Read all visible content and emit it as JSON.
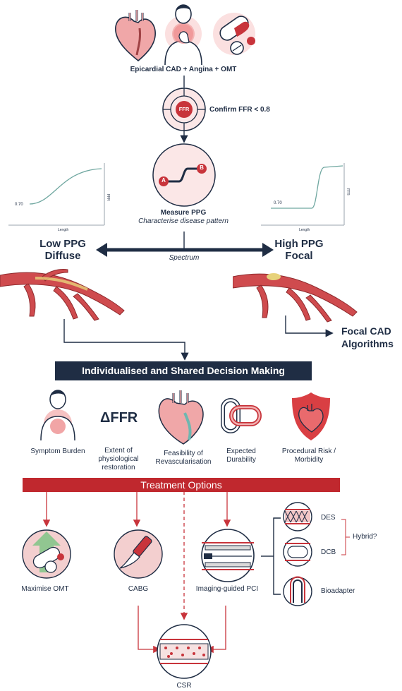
{
  "top": {
    "caption": "Epicardial CAD + Angina + OMT",
    "confirm": "Confirm FFR < 0.8",
    "ffr_badge": "FFR",
    "ppg_a": "A",
    "ppg_b": "B",
    "measure_title": "Measure PPG",
    "measure_sub": "Characterise disease pattern"
  },
  "left_chart": {
    "y_tick": "0.70",
    "x_label": "Length",
    "y_label": "FFR"
  },
  "right_chart": {
    "y_tick": "0.70",
    "x_label": "Length",
    "y_label": "FFR"
  },
  "spectrum": {
    "left_line1": "Low PPG",
    "left_line2": "Diffuse",
    "right_line1": "High PPG",
    "right_line2": "Focal",
    "middle": "Spectrum"
  },
  "focal": {
    "line1": "Focal CAD",
    "line2": "Algorithms"
  },
  "decision_banner": "Individualised and Shared Decision Making",
  "factors": {
    "delta_ffr": "ΔFFR",
    "symptom": "Symptom Burden",
    "extent_1": "Extent of",
    "extent_2": "physiological",
    "extent_3": "restoration",
    "feas_1": "Feasibility of",
    "feas_2": "Revascularisation",
    "dur_1": "Expected",
    "dur_2": "Durability",
    "risk_1": "Procedural Risk /",
    "risk_2": "Morbidity"
  },
  "treatment_banner": "Treatment Options",
  "treatments": {
    "omt": "Maximise OMT",
    "cabg": "CABG",
    "pci": "Imaging-guided PCI",
    "csr": "CSR"
  },
  "devices": {
    "des": "DES",
    "dcb": "DCB",
    "bioadapter": "Bioadapter",
    "hybrid": "Hybrid?"
  },
  "colors": {
    "navy": "#1f2d44",
    "red": "#c8343b",
    "pink": "#f6d4d4",
    "artery": "#c8474a",
    "banner_red": "#c0282e"
  }
}
